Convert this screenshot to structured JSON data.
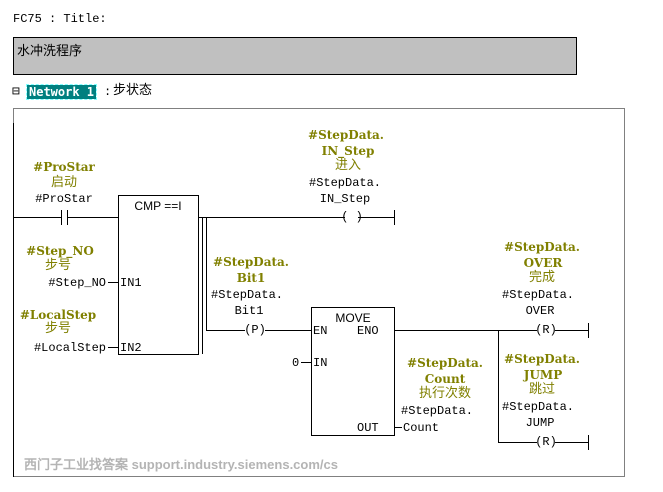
{
  "header": {
    "block_title": "FC75 : Title:",
    "block_comment": "水冲洗程序"
  },
  "network": {
    "collapse_icon": "⊟",
    "label": "Network 1",
    "separator": ":",
    "comment": "步状态"
  },
  "rung1": {
    "contact": {
      "symbol": "#ProStar",
      "comment": "启动",
      "operand": "#ProStar"
    },
    "cmp": {
      "title": "CMP ==I",
      "in1_label": "IN1",
      "in2_label": "IN2",
      "in1": {
        "symbol": "#Step_NO",
        "comment": "步号",
        "operand": "#Step_NO"
      },
      "in2": {
        "symbol": "#LocalStep",
        "comment": "步号",
        "operand": "#LocalStep"
      }
    },
    "coil": {
      "symbol1": "#StepData.",
      "symbol2": "IN_Step",
      "comment": "进入",
      "operand1": "#StepData.",
      "operand2": "IN_Step",
      "glyph": "( )"
    }
  },
  "rung2": {
    "pcoil": {
      "symbol1": "#StepData.",
      "symbol2": "Bit1",
      "operand1": "#StepData.",
      "operand2": "Bit1",
      "glyph": "(P)"
    },
    "move": {
      "title": "MOVE",
      "en": "EN",
      "eno": "ENO",
      "in": "IN",
      "out": "OUT",
      "in_value": "0",
      "out_param": {
        "symbol1": "#StepData.",
        "symbol2": "Count",
        "comment": "执行次数",
        "operand1": "#StepData.",
        "operand2": "Count"
      }
    },
    "over": {
      "symbol1": "#StepData.",
      "symbol2": "OVER",
      "comment": "完成",
      "operand1": "#StepData.",
      "operand2": "OVER",
      "glyph": "(R)"
    },
    "jump": {
      "symbol1": "#StepData.",
      "symbol2": "JUMP",
      "comment": "跳过",
      "operand1": "#StepData.",
      "operand2": "JUMP",
      "glyph": "(R)"
    }
  },
  "watermark": "西门子工业找答案 support.industry.siemens.com/cs"
}
